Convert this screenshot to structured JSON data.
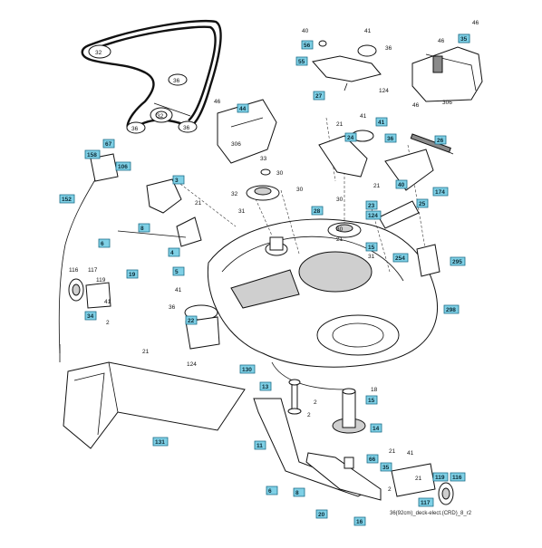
{
  "caption": "36(92cm)_deck-elect.(CRD)_8_r2",
  "boxed_labels": [
    "56",
    "55",
    "34",
    "44",
    "27",
    "35",
    "20",
    "41",
    "26",
    "158",
    "67",
    "106",
    "24",
    "36",
    "152",
    "3",
    "28",
    "40",
    "174",
    "23",
    "25",
    "6",
    "4",
    "8",
    "124",
    "33",
    "18",
    "15",
    "21",
    "295",
    "19",
    "5",
    "22",
    "254",
    "298",
    "34",
    "130",
    "13",
    "15",
    "11",
    "131",
    "14",
    "15",
    "6",
    "66",
    "35",
    "119",
    "116",
    "117",
    "20",
    "16",
    "8"
  ],
  "plain_labels": [
    "40",
    "41",
    "46",
    "36",
    "124",
    "46",
    "46",
    "306",
    "30",
    "21",
    "41",
    "46",
    "306",
    "33",
    "30",
    "30",
    "21",
    "32",
    "31",
    "21",
    "41",
    "30",
    "21",
    "31",
    "116",
    "117",
    "119",
    "41",
    "36",
    "21",
    "124",
    "2",
    "18",
    "2",
    "2",
    "21",
    "41",
    "2",
    "21"
  ],
  "belt_labels": [
    "32",
    "36",
    "32",
    "36",
    "36"
  ]
}
